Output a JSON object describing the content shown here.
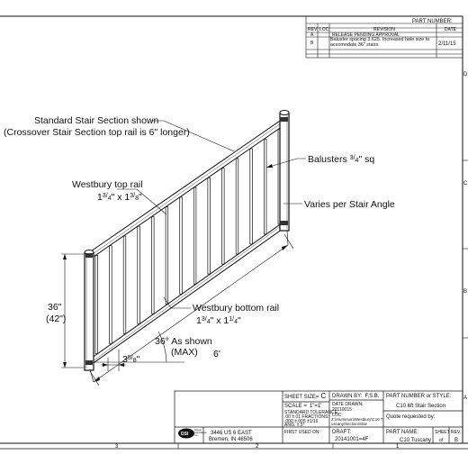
{
  "revision_block": {
    "part_number_label": "PART NUMBER:",
    "headers": {
      "rev": "REV.",
      "loc": "LOC.",
      "revision": "REVISION",
      "date": "DATE"
    },
    "rows": [
      {
        "rev": "A",
        "loc": "",
        "description": "RELEASE PENDING APPROVAL",
        "date": ""
      },
      {
        "rev": "B",
        "loc": "",
        "description": "Baluster spacing 3.625. Increased hole size to accomodate 36\" stairs.",
        "date": "2/11/15"
      }
    ]
  },
  "border": {
    "zone_letters": [
      "D",
      "C",
      "B",
      "A"
    ],
    "zone_numbers": [
      "3",
      "2",
      "1"
    ]
  },
  "annotations": {
    "standard_section": "Standard Stair Section shown",
    "crossover_note": "(Crossover Stair Section top rail is 6\" longer)",
    "top_rail_name": "Westbury top rail",
    "top_rail_size": {
      "w_int": "1",
      "w_num": "3",
      "w_den": "4",
      "x": "\" x ",
      "h_int": "1",
      "h_num": "3",
      "h_den": "8",
      "end": "\""
    },
    "balusters": {
      "prefix": "Balusters ",
      "num": "3",
      "den": "4",
      "suffix": "\" sq"
    },
    "varies": "Varies per Stair Angle",
    "height_main": "36\"",
    "height_alt": "(42\")",
    "bottom_rail_name": "Westbury bottom rail",
    "bottom_rail_size": {
      "w_int": "1",
      "w_num": "3",
      "w_den": "4",
      "x": "\" x ",
      "h_int": "1",
      "h_num": "1",
      "h_den": "4",
      "end": "\""
    },
    "angle": "36° As shown",
    "angle_max": "(MAX)",
    "spacing": {
      "int": "3",
      "num": "5",
      "den": "8",
      "end": "\""
    },
    "length": "6'"
  },
  "title_block": {
    "sheet_size_label": "SHEET SIZE=",
    "sheet_size": "C",
    "scale_label": "SCALE =",
    "scale": "1\"=1'",
    "tolerance_title": "STANDARD TOLERANCE:",
    "tolerance_lines": [
      ".00  ±.01  FRACTIONS:",
      ".000 ±.005  ±1/16",
      "ANG. ±.5°"
    ],
    "first_used_label": "FIRST USED ON:",
    "drawn_by_label": "DRAWN BY:",
    "drawn_by": "F.S.B.",
    "date_drawn_label": "DATE DRAWN:",
    "date_drawn": "20110015",
    "loc_label": "LOC:",
    "loc_value": "Z:\\Aluminum\\Westbury\\C10 Tuscany\\Section\\Stair",
    "draft_label": "DRAFT:",
    "draft_value": "20141001=4F",
    "part_style_label": "PART NUMBER or STYLE:",
    "part_style_value": "C10 6ft Stair Section",
    "quote_label": "Quote requested by:",
    "part_name_label": "PART NAME:",
    "part_name_value": "C10 Tuscany",
    "sheet_label": "SHEET",
    "sheet_value": "of",
    "rev_label": "REV.",
    "rev_value": "B",
    "company_logo": "DSI",
    "company_name": "Digger Specialties, Inc.",
    "company_address_1": "3446 US 6 EAST",
    "company_address_2": "Bremen, IN 46506"
  }
}
